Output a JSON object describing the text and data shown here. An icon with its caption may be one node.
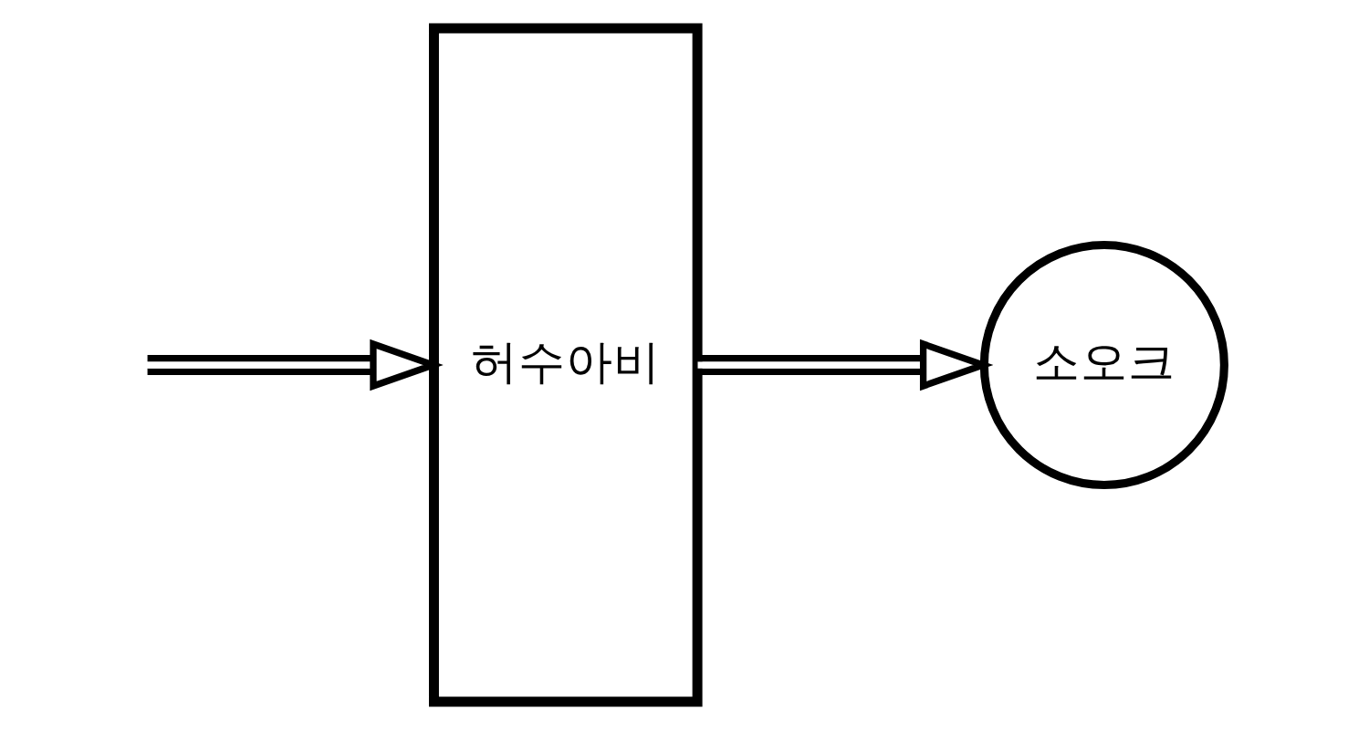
{
  "diagram": {
    "nodes": [
      {
        "text": [
          "허수아비"
        ]
      },
      {
        "text": [
          "소오크"
        ]
      }
    ],
    "edges": [
      {
        "from": null,
        "to": 0,
        "arrow": "to"
      },
      {
        "from": 0,
        "to": 1,
        "arrow": "to"
      }
    ]
  }
}
